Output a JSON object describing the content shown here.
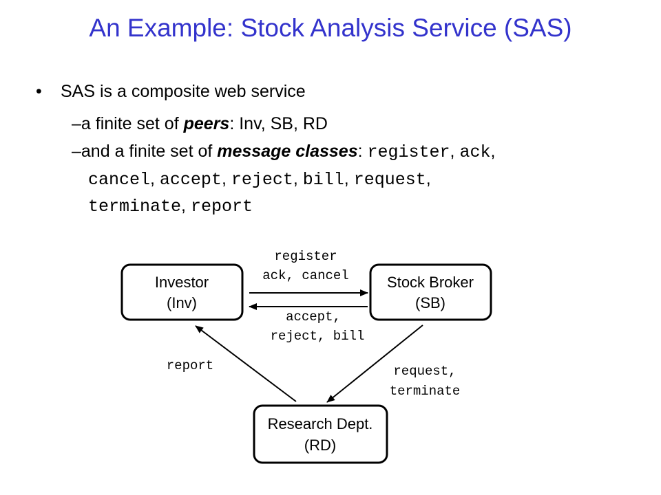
{
  "slide": {
    "title": "An Example: Stock Analysis Service (SAS)",
    "title_color": "#3333CC"
  },
  "bullets": {
    "main_bullet": "•",
    "main_text": "SAS is a composite web service",
    "sub1": {
      "dash": "–",
      "text_before": "a finite set of ",
      "emph": "peers",
      "text_after": ": Inv, SB, RD"
    },
    "sub2": {
      "dash": "–",
      "text_before": "and a finite set of ",
      "emph": "message classes",
      "colon": ": ",
      "messages": [
        "register",
        "ack",
        "cancel",
        "accept",
        "reject",
        "bill",
        "request",
        "terminate",
        "report"
      ],
      "separator": ", "
    }
  },
  "diagram": {
    "nodes": {
      "investor": {
        "line1": "Investor",
        "line2": "(Inv)"
      },
      "stock_broker": {
        "line1": "Stock Broker",
        "line2": "(SB)"
      },
      "research_dept": {
        "line1": "Research Dept.",
        "line2": "(RD)"
      }
    },
    "edges": {
      "inv_to_sb": {
        "line1": "register",
        "line2": "ack, cancel"
      },
      "sb_to_inv": {
        "line1": "accept,",
        "line2": "reject, bill"
      },
      "sb_to_rd": {
        "line1": "request,",
        "line2": "terminate"
      },
      "rd_to_inv": {
        "line1": "report"
      }
    }
  }
}
